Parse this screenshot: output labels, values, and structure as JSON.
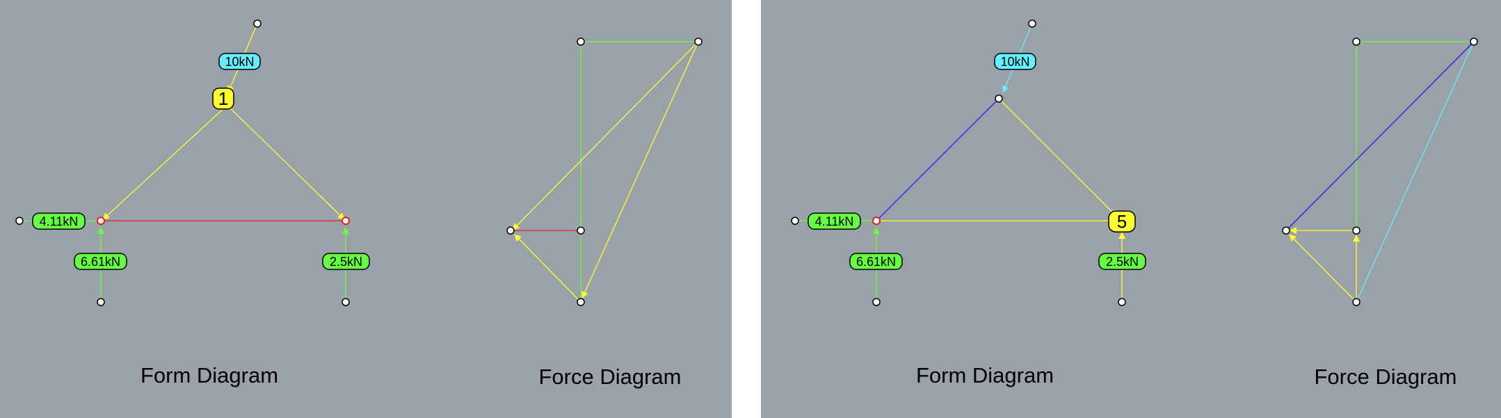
{
  "colors": {
    "background": "#9aa1a9",
    "tension_member": "#ffff33",
    "compression_member": "#dd2222",
    "zero_or_reaction": "#66ff44",
    "load": "#66eeff",
    "highlight_member": "#1a1aee",
    "loaded_member": "#ffff33"
  },
  "panels": [
    {
      "form_title": "Form Diagram",
      "force_title": "Force Diagram",
      "selected_node_label": "1",
      "load_label": "10kN",
      "horizontal_reaction_label": "4.11kN",
      "left_vertical_reaction_label": "6.61kN",
      "right_vertical_reaction_label": "2.5kN"
    },
    {
      "form_title": "Form Diagram",
      "force_title": "Force Diagram",
      "selected_node_label": "5",
      "load_label": "10kN",
      "horizontal_reaction_label": "4.11kN",
      "left_vertical_reaction_label": "6.61kN",
      "right_vertical_reaction_label": "2.5kN"
    }
  ]
}
